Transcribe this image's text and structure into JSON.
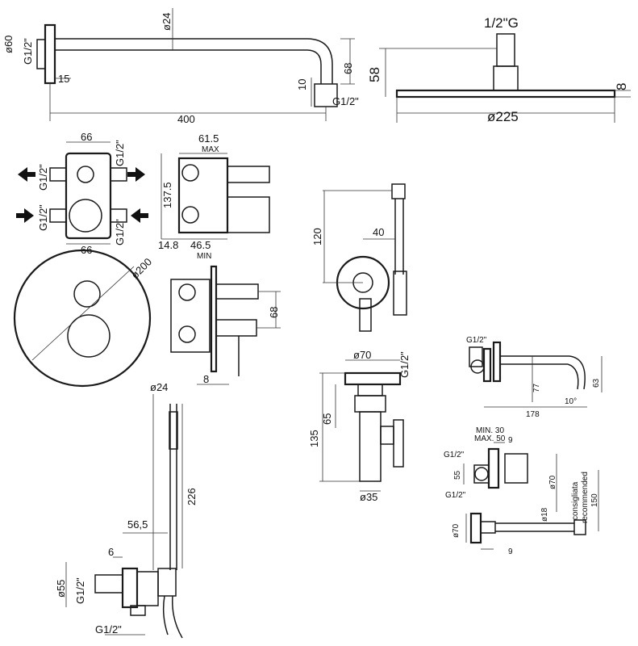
{
  "colors": {
    "line": "#1a1a1a",
    "background": "#ffffff"
  },
  "shower_arm": {
    "d_arm": "ø24",
    "d_flange": "ø60",
    "thread_wall": "G1/2\"",
    "thread_outlet": "G1/2\"",
    "offset": "15",
    "length": "400",
    "drop": "68",
    "stub": "10"
  },
  "shower_head": {
    "thread": "1/2\"G",
    "height": "58",
    "diameter": "ø225",
    "thickness": "8"
  },
  "valve_body": {
    "width_top": "66",
    "width_bottom": "66",
    "thread_tl": "G1/2\"",
    "thread_tr": "G1/2\"",
    "thread_bl": "G1/2\"",
    "thread_br": "G1/2\""
  },
  "valve_side": {
    "max_depth": "61.5",
    "max_label": "MAX",
    "height": "137.5",
    "left": "14.8",
    "min_depth": "46.5",
    "min_label": "MIN"
  },
  "plate": {
    "diameter": "ø200"
  },
  "plate_side": {
    "offset": "68",
    "thickness": "8"
  },
  "hand_shower": {
    "height": "120",
    "width": "40"
  },
  "diverter": {
    "diameter": "ø70",
    "thread": "G1/2\"",
    "height": "135",
    "mid": "65",
    "bottom": "ø35"
  },
  "wall_outlet": {
    "d_hose": "ø24",
    "height": "226",
    "width": "56,5",
    "offset": "6",
    "diameter": "ø55",
    "thread_side": "G1/2\"",
    "thread_bottom": "G1/2\""
  },
  "spout_side": {
    "thread": "G1/2\"",
    "h1": "77",
    "h2": "63",
    "angle": "10°",
    "length": "178"
  },
  "spout_plan": {
    "min": "MIN. 30",
    "max": "MAX. 50",
    "depth": "9",
    "thread_top": "G1/2\"",
    "thread_bottom": "G1/2\"",
    "mid": "55",
    "diameter": "ø70",
    "recommended_1": "consigliata",
    "recommended_2": "recommended",
    "recommended_value": "150"
  },
  "spout_bottom": {
    "diameter": "ø70",
    "spout_d": "ø18",
    "depth": "9"
  }
}
